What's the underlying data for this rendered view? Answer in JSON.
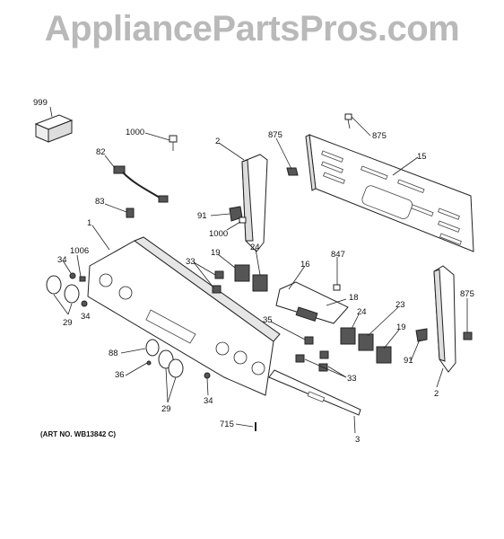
{
  "watermark": "AppliancePartsPros.com",
  "art_number": "(ART NO. WB13842 C)",
  "callouts": [
    {
      "id": "c999",
      "label": "999"
    },
    {
      "id": "c1000a",
      "label": "1000"
    },
    {
      "id": "c82",
      "label": "82"
    },
    {
      "id": "c83",
      "label": "83"
    },
    {
      "id": "c1",
      "label": "1"
    },
    {
      "id": "c1006",
      "label": "1006"
    },
    {
      "id": "c34a",
      "label": "34"
    },
    {
      "id": "c29a",
      "label": "29"
    },
    {
      "id": "c34b",
      "label": "34"
    },
    {
      "id": "c2a",
      "label": "2"
    },
    {
      "id": "c875a",
      "label": "875"
    },
    {
      "id": "c875b",
      "label": "875"
    },
    {
      "id": "c15",
      "label": "15"
    },
    {
      "id": "c91a",
      "label": "91"
    },
    {
      "id": "c1000b",
      "label": "1000"
    },
    {
      "id": "c19a",
      "label": "19"
    },
    {
      "id": "c24a",
      "label": "24"
    },
    {
      "id": "c33a",
      "label": "33"
    },
    {
      "id": "c16",
      "label": "16"
    },
    {
      "id": "c847",
      "label": "847"
    },
    {
      "id": "c18",
      "label": "18"
    },
    {
      "id": "c875c",
      "label": "875"
    },
    {
      "id": "c23",
      "label": "23"
    },
    {
      "id": "c24b",
      "label": "24"
    },
    {
      "id": "c35",
      "label": "35"
    },
    {
      "id": "c19b",
      "label": "19"
    },
    {
      "id": "c88",
      "label": "88"
    },
    {
      "id": "c36",
      "label": "36"
    },
    {
      "id": "c29b",
      "label": "29"
    },
    {
      "id": "c34c",
      "label": "34"
    },
    {
      "id": "c33b",
      "label": "33"
    },
    {
      "id": "c91b",
      "label": "91"
    },
    {
      "id": "c2b",
      "label": "2"
    },
    {
      "id": "c715",
      "label": "715"
    },
    {
      "id": "c3",
      "label": "3"
    }
  ]
}
